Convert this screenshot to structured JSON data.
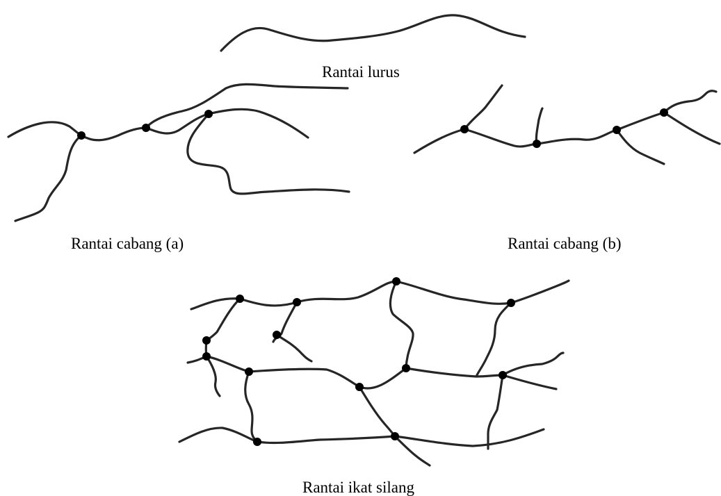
{
  "labels": {
    "straight": "Rantai lurus",
    "branched_a": "Rantai cabang (a)",
    "branched_b": "Rantai cabang (b)",
    "crosslinked": "Rantai ikat silang"
  },
  "colors": {
    "line": "#262626",
    "node": "#000000",
    "background": "#ffffff"
  }
}
